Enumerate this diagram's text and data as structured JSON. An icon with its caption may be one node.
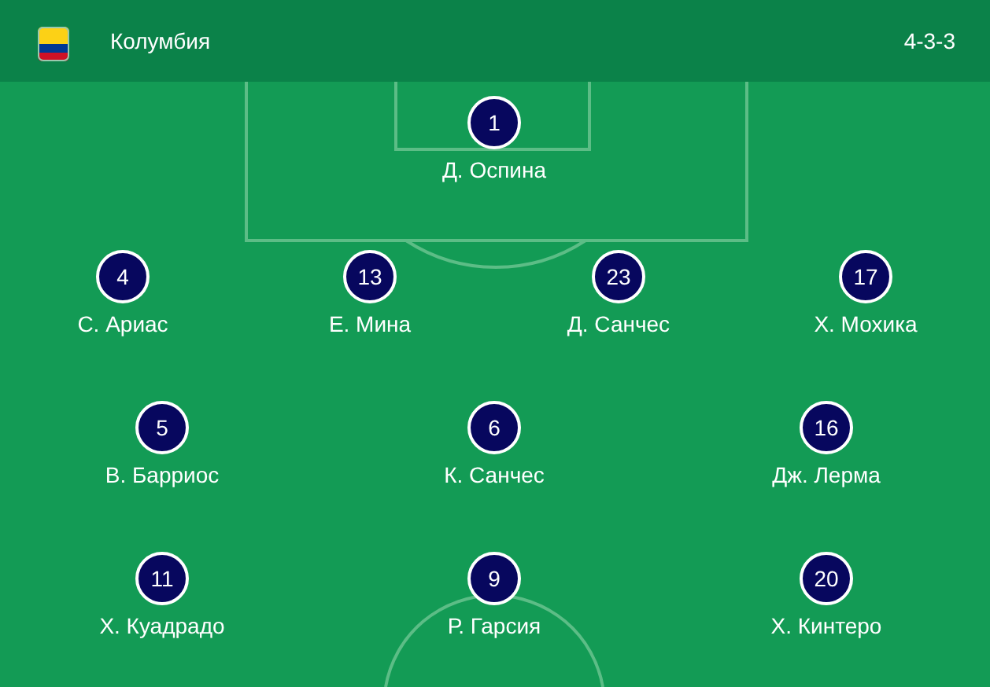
{
  "diagram": {
    "title": "Колумбия",
    "nodes": [
      {
        "text": [
          "1"
        ],
        "beside": [
          "Д. Оспина"
        ]
      },
      {
        "text": [
          "4"
        ],
        "beside": [
          "С. Ариас"
        ]
      },
      {
        "text": [
          "13"
        ],
        "beside": [
          "Е. Мина"
        ]
      },
      {
        "text": [
          "23"
        ],
        "beside": [
          "Д. Санчес"
        ]
      },
      {
        "text": [
          "17"
        ],
        "beside": [
          "Х. Мохика"
        ]
      },
      {
        "text": [
          "5"
        ],
        "beside": [
          "В. Барриос"
        ]
      },
      {
        "text": [
          "6"
        ],
        "beside": [
          "К. Санчес"
        ]
      },
      {
        "text": [
          "16"
        ],
        "beside": [
          "Дж. Лерма"
        ]
      },
      {
        "text": [
          "11"
        ],
        "beside": [
          "Х. Куадрадо"
        ]
      },
      {
        "text": [
          "9"
        ],
        "beside": [
          "Р. Гарсия"
        ]
      },
      {
        "text": [
          "20"
        ],
        "beside": [
          "Х. Кинтеро"
        ]
      }
    ],
    "labels": [
      "4-3-3"
    ]
  }
}
